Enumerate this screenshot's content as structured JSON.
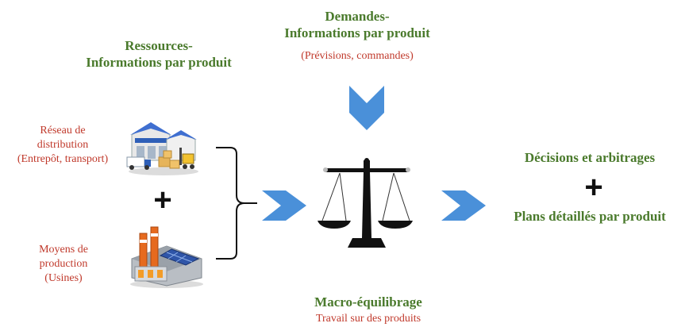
{
  "demandes": {
    "title_line1": "Demandes-",
    "title_line2": "Informations par produit",
    "subtitle": "(Prévisions, commandes)"
  },
  "ressources": {
    "title_line1": "Ressources-",
    "title_line2": "Informations par produit"
  },
  "reseau": {
    "line1": "Réseau de",
    "line2": "distribution",
    "line3": "(Entrepôt, transport)"
  },
  "moyens": {
    "line1": "Moyens de",
    "line2": "production",
    "line3": "(Usines)"
  },
  "plus_symbol": "+",
  "macro": {
    "title": "Macro-équilibrage",
    "subtitle": "Travail sur des produits"
  },
  "output": {
    "line1": "Décisions et arbitrages",
    "line2": "Plans détaillés par produit"
  },
  "colors": {
    "green": "#4a7a2c",
    "red": "#c0392b",
    "arrow_blue": "#4a90d9"
  },
  "icons": {
    "warehouse": "warehouse-icon",
    "factory": "factory-icon",
    "scale": "balance-scale-icon",
    "arrow": "chevron-arrow-icon"
  }
}
